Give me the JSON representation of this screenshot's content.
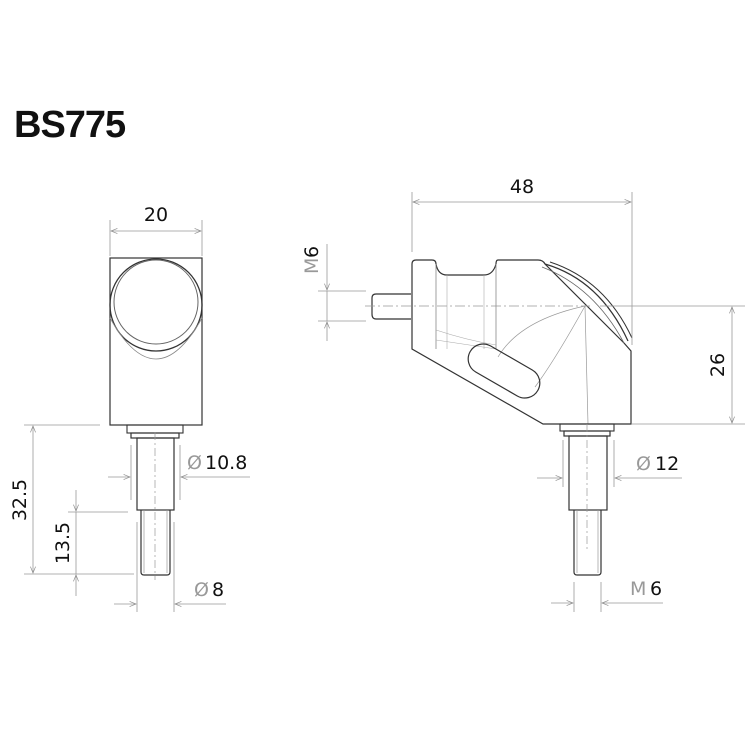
{
  "title": "BS775",
  "front_view": {
    "width_dim": "20",
    "shaft_diameter": "10.8",
    "thread_diameter": "8",
    "total_length": "32.5",
    "thread_length": "13.5"
  },
  "side_view": {
    "length_dim": "48",
    "top_thread": "M6",
    "height_dim": "26",
    "shaft_diameter": "12",
    "bottom_thread": "M6"
  },
  "symbols": {
    "diameter": "Ø",
    "m_prefix": "M",
    "m_digit": "6"
  },
  "colors": {
    "line": "#333333",
    "dim_line": "#999999",
    "text": "#111111"
  }
}
